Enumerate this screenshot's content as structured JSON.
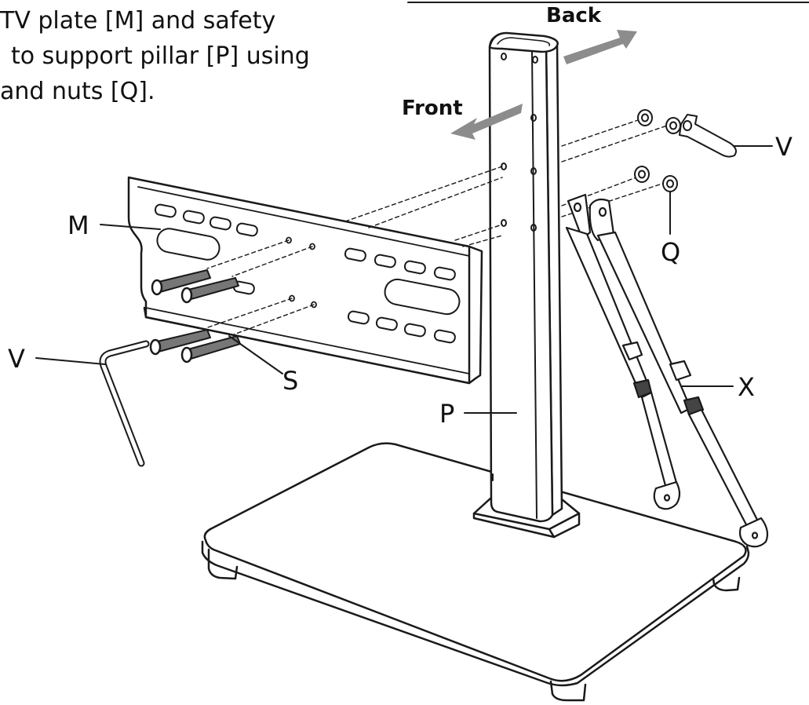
{
  "instruction": {
    "lines": [
      "TV plate [M] and safety",
      "to support pillar [P] using",
      "and nuts [Q]."
    ]
  },
  "directions": {
    "back": "Back",
    "front": "Front"
  },
  "parts": {
    "m": "M",
    "p": "P",
    "q": "Q",
    "s": "S",
    "v_left": "V",
    "v_right": "V",
    "x": "X"
  },
  "colors": {
    "line": "#1a1a1a",
    "arrow": "#8c8c8c",
    "text": "#111111",
    "background": "#ffffff"
  }
}
